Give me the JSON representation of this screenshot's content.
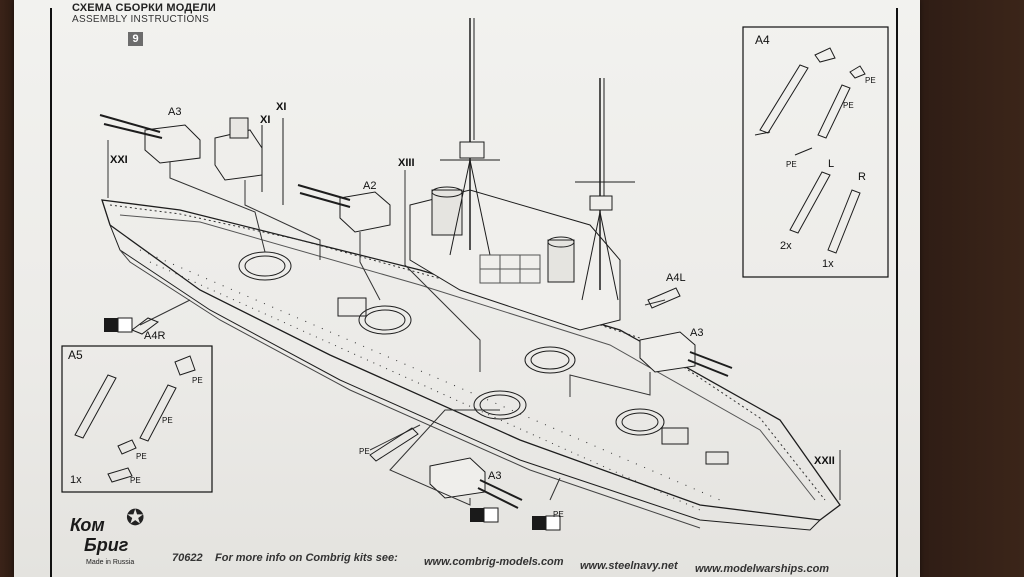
{
  "header": {
    "title_ru": "СХЕМА СБОРКИ МОДЕЛИ",
    "title_en": "ASSEMBLY INSTRUCTIONS",
    "step": "9"
  },
  "labels": {
    "a3_top": "A3",
    "xi_a": "XI",
    "xi_b": "XI",
    "xxi": "XXI",
    "a2": "A2",
    "xiii": "XIII",
    "a4l": "A4L",
    "a4r": "A4R",
    "a3_right": "A3",
    "a3_bottom": "A3",
    "xxii": "XXII",
    "pe_mid": "PE",
    "pe_bottom": "PE"
  },
  "inset_a4": {
    "title": "A4",
    "pe1": "PE",
    "pe2": "PE",
    "pe3": "PE",
    "left": "L",
    "right": "R",
    "qty_left": "2x",
    "qty_right": "1x"
  },
  "inset_a5": {
    "title": "A5",
    "pe1": "PE",
    "pe2": "PE",
    "pe3": "PE",
    "pe4": "PE",
    "qty": "1x"
  },
  "footer": {
    "code": "70622",
    "info": "For more info on Combrig kits see:",
    "site1": "www.combrig-models.com",
    "site2": "www.steelnavy.net",
    "site3": "www.modelwarships.com"
  },
  "logo": {
    "line1": "Ком",
    "line2": "Бриг",
    "made": "Made in Russia"
  }
}
